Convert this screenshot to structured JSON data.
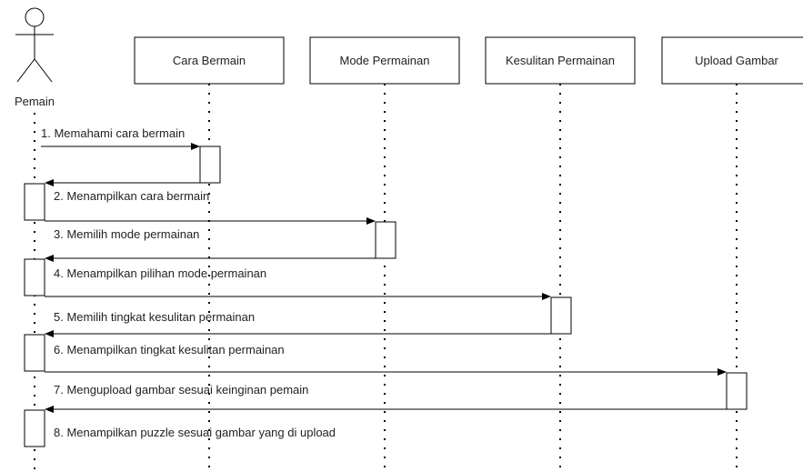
{
  "actor": {
    "label": "Pemain"
  },
  "participants": [
    {
      "id": "cara",
      "label": "Cara Bermain"
    },
    {
      "id": "mode",
      "label": "Mode Permainan"
    },
    {
      "id": "kesulitan",
      "label": "Kesulitan Permainan"
    },
    {
      "id": "upload",
      "label": "Upload Gambar"
    }
  ],
  "messages": [
    {
      "label": "1. Memahami cara bermain",
      "from": "actor",
      "to": "cara",
      "kind": "call"
    },
    {
      "label": "2. Menampilkan cara bermain",
      "from": "cara",
      "to": "actor",
      "kind": "return"
    },
    {
      "label": "3. Memilih mode permainan",
      "from": "actor",
      "to": "mode",
      "kind": "call"
    },
    {
      "label": "4. Menampilkan pilihan mode permainan",
      "from": "mode",
      "to": "actor",
      "kind": "return"
    },
    {
      "label": "5. Memilih tingkat kesulitan permainan",
      "from": "actor",
      "to": "kesulitan",
      "kind": "call"
    },
    {
      "label": "6. Menampilkan tingkat kesulitan permainan",
      "from": "kesulitan",
      "to": "actor",
      "kind": "return"
    },
    {
      "label": "7. Mengupload gambar sesuai keinginan pemain",
      "from": "actor",
      "to": "upload",
      "kind": "call"
    },
    {
      "label": "8. Menampilkan puzzle sesuai gambar yang di upload",
      "from": "upload",
      "to": "actor",
      "kind": "return"
    }
  ]
}
